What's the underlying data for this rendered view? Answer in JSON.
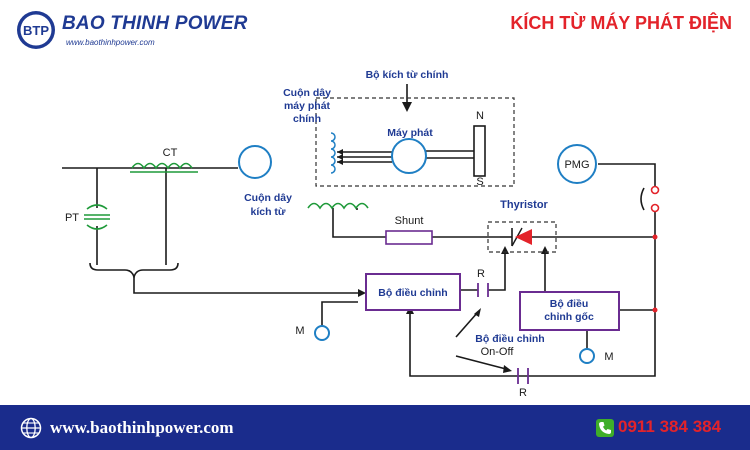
{
  "header": {
    "logo_badge": "BTP",
    "logo_text": "BAO THINH POWER",
    "logo_url": "www.baothinhpower.com",
    "title": "KÍCH TỪ MÁY PHÁT ĐIỆN"
  },
  "diagram": {
    "labels": {
      "main_exciter": "Bộ kích từ chính",
      "gen_coil_1": "Cuộn dây",
      "gen_coil_2": "máy phát",
      "gen_coil_3": "chính",
      "generator": "Máy phát",
      "n_pole": "N",
      "s_pole": "S",
      "ct": "CT",
      "pt": "PT",
      "pmg": "PMG",
      "field_coil_1": "Cuộn dây",
      "field_coil_2": "kích từ",
      "shunt": "Shunt",
      "thyristor": "Thyristor",
      "regulator": "Bộ điều chỉnh",
      "r_top": "R",
      "base_reg_1": "Bộ điều",
      "base_reg_2": "chỉnh gốc",
      "m_left": "M",
      "m_right": "M",
      "onoff_1": "Bộ điều chỉnh",
      "onoff_2": "On-Off",
      "r_bottom": "R"
    },
    "colors": {
      "wire": "#1a1a1a",
      "coil_green": "#1f9a3a",
      "circle_blue": "#1f7fc4",
      "box_purple": "#6a2c91",
      "diode_red": "#e3232a",
      "pmg_red": "#e3232a",
      "label_blue": "#1f3a93"
    }
  },
  "footer": {
    "url": "www.baothinhpower.com",
    "phone": "0911 384 384"
  }
}
